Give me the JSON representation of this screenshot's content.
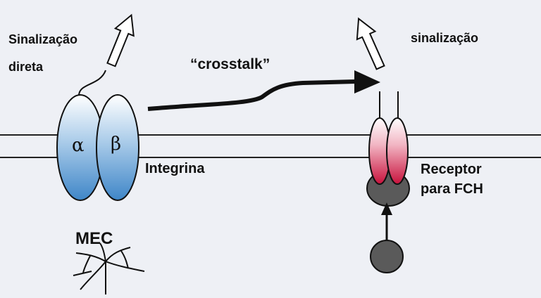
{
  "labels": {
    "direct_signaling_line1": "Sinalização",
    "direct_signaling_line2": "direta",
    "crosstalk": "“crosstalk”",
    "signaling_right": "sinalização",
    "integrin": "Integrina",
    "receptor_line1": "Receptor",
    "receptor_line2": "para FCH",
    "ecm": "MEC",
    "alpha": "α",
    "beta": "β"
  },
  "colors": {
    "background": "#eef0f5",
    "integrin_blue": "#4a8fcc",
    "receptor_red": "#d0153f",
    "ligand_gray": "#5a5a5a",
    "line": "#111111"
  }
}
